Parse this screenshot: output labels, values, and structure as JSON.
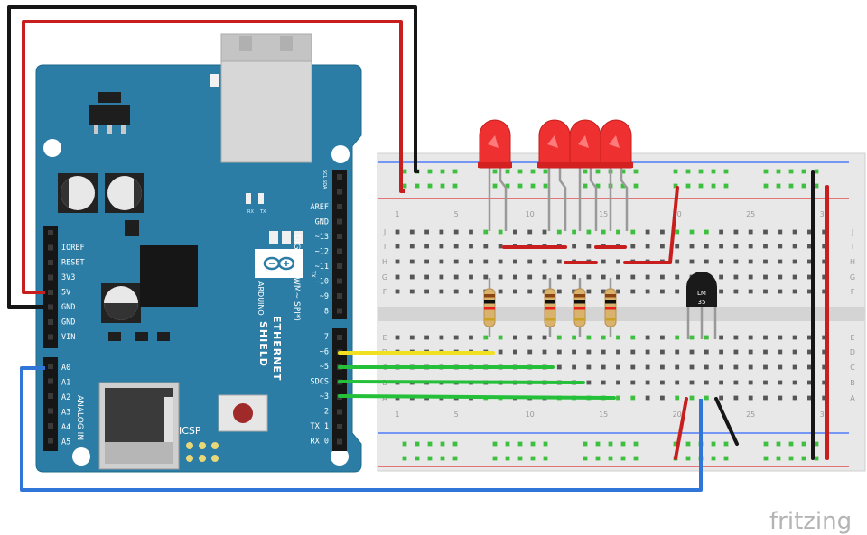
{
  "brand": {
    "text": "fritzing",
    "color": "#b4b4b4"
  },
  "colors": {
    "board": "#2c7fa6",
    "board_dark": "#1e6486",
    "breadboard": "#e7e7e7",
    "breadboard_gap": "#d6d6d6",
    "rail_red": "#d33",
    "rail_blue": "#36f",
    "wire_red": "#c81e1e",
    "wire_black": "#1a1a1a",
    "wire_yellow": "#f0e020",
    "wire_green": "#25c03a",
    "wire_blue": "#2f76d8",
    "led_red": "#ee3030",
    "hole": "#565656",
    "hole_green": "#3fbf3f"
  },
  "arduino": {
    "shield_line1": "ETHERNET",
    "shield_line2": "SHIELD",
    "brand_small": "ARDUINO",
    "digital_label": "DIGITAL (PWM~ SPI*)",
    "analog_label": "ANALOG IN",
    "icsp_label": "ICSP",
    "tx_label": "TX",
    "rx_label": "RX",
    "scl_sda": "SCL SDA",
    "left_pins": [
      "IOREF",
      "RESET",
      "3V3",
      "5V",
      "GND",
      "GND",
      "VIN"
    ],
    "analog_pins": [
      "A0",
      "A1",
      "A2",
      "A3",
      "A4",
      "A5"
    ],
    "right_pins_top": [
      "AREF",
      "GND",
      "~13",
      "~12",
      "~11",
      "~10",
      "~9",
      "8"
    ],
    "right_pins_bottom": [
      "7",
      "~6",
      "~5",
      "SDCS",
      "~3",
      "2",
      "TX 1",
      "RX 0"
    ]
  },
  "breadboard": {
    "rows_top": [
      "J",
      "I",
      "H",
      "G",
      "F"
    ],
    "rows_bottom": [
      "E",
      "D",
      "C",
      "B",
      "A"
    ],
    "column_numbers": [
      "1",
      "5",
      "10",
      "15",
      "20",
      "25",
      "30"
    ]
  },
  "sensor": {
    "line1": "LM",
    "line2": "35"
  }
}
